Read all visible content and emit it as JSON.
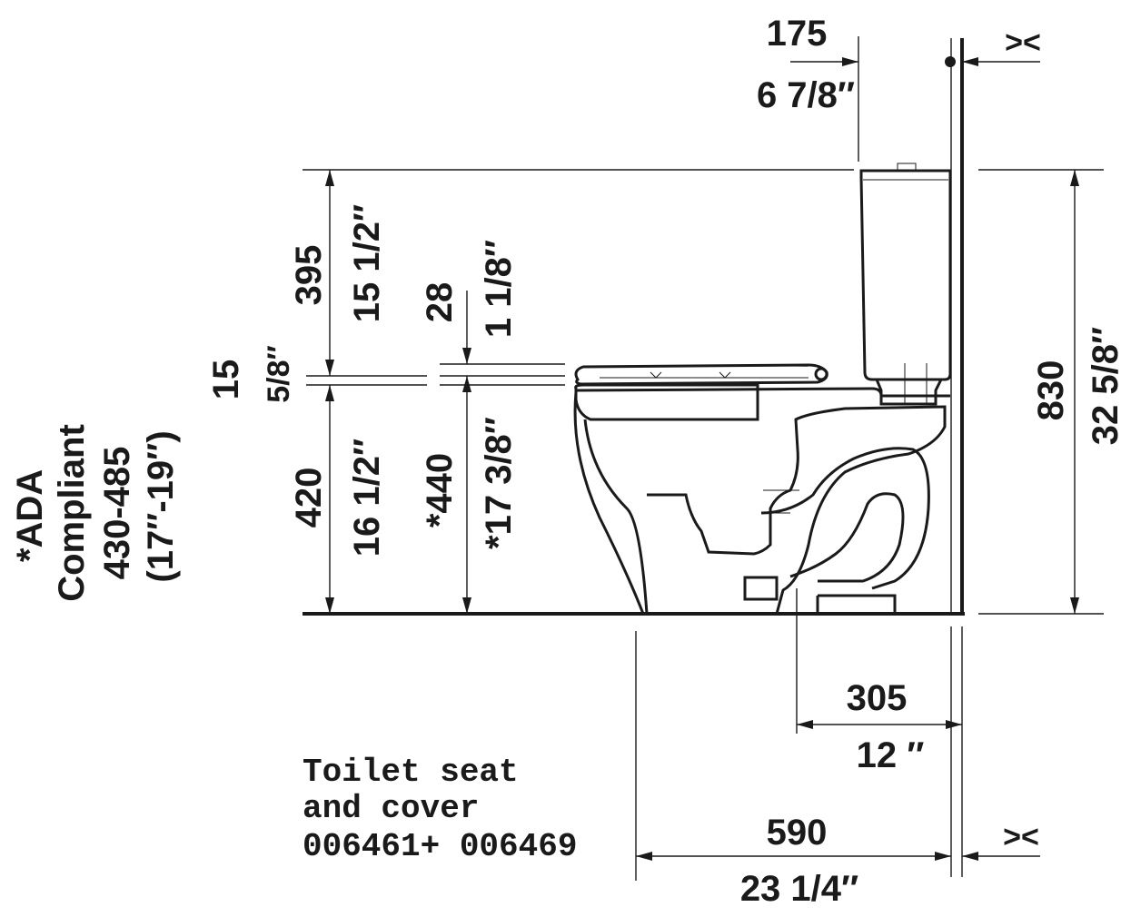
{
  "dimensions": {
    "offset_top_mm": "175",
    "offset_top_in": "6 7/8″",
    "tank_height_mm": "395",
    "tank_height_in": "15 1/2″",
    "seat_thickness_mm": "28",
    "seat_thickness_in": "1 1/8″",
    "rim_gap_mm": "15",
    "rim_gap_in": "5/8″",
    "rim_height_mm": "420",
    "rim_height_in": "16 1/2″",
    "seat_height_mm": "*440",
    "seat_height_in": "*17 3/8″",
    "total_height_mm": "830",
    "total_height_in": "32 5/8″",
    "rough_in_mm": "305",
    "rough_in_in": "12 ″",
    "depth_mm": "590",
    "depth_in": "23 1/4″",
    "wall_marker_top": "><",
    "wall_marker_bottom": "><"
  },
  "ada_note": {
    "line1": "*ADA",
    "line2": "Compliant",
    "line3": "430-485",
    "line4": "(17″-19″)"
  },
  "seat_note": {
    "line1": "Toilet seat",
    "line2": "and cover",
    "line3": "006461+ 006469"
  }
}
